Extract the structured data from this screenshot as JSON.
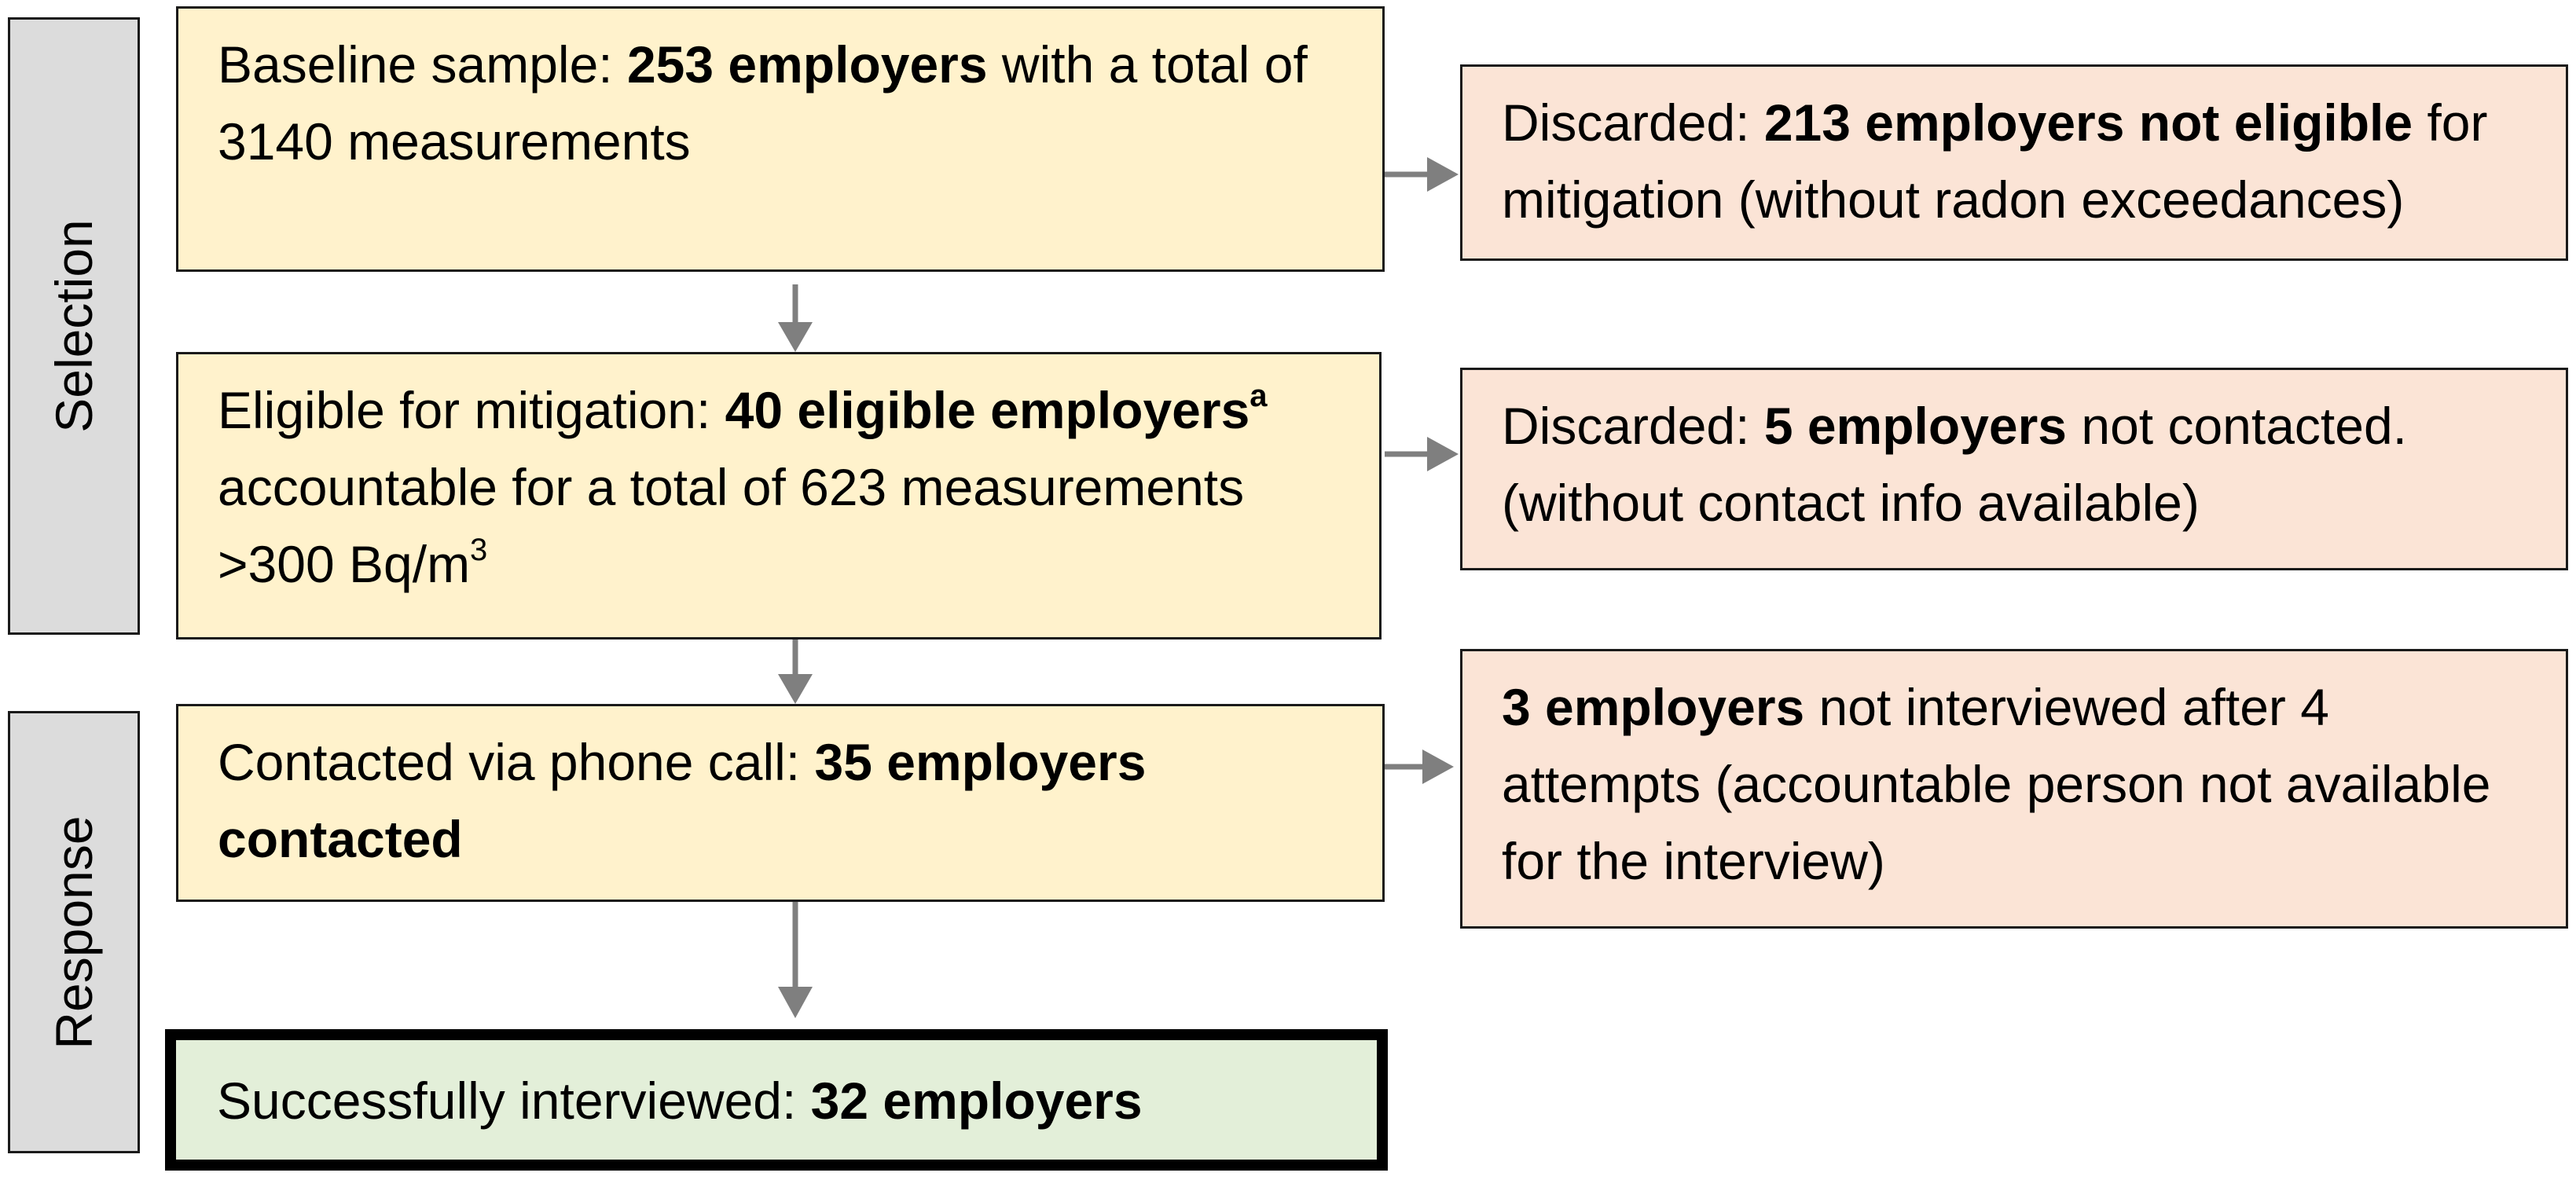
{
  "side_labels": {
    "selection": "Selection",
    "response": "Response"
  },
  "boxes": {
    "baseline": {
      "pre": "Baseline sample: ",
      "bold": "253 employers",
      "post": " with a total of 3140 measurements"
    },
    "eligible": {
      "pre": "Eligible for mitigation: ",
      "bold": "40 eligible employers",
      "sup": "a",
      "post": " accountable for a total of 623 measurements >300 Bq/m",
      "post_sup": "3"
    },
    "contacted": {
      "pre": "Contacted via phone call: ",
      "bold": "35 employers contacted"
    },
    "interviewed": {
      "pre": "Successfully interviewed: ",
      "bold": "32 employers"
    },
    "discarded1": {
      "pre": "Discarded: ",
      "bold": "213 employers not eligible",
      "post": " for mitigation (without radon exceedances)"
    },
    "discarded2": {
      "pre": "Discarded: ",
      "bold": "5 employers",
      "post": " not contacted. (without contact info available)"
    },
    "not_interviewed": {
      "bold": "3 employers",
      "post": " not interviewed after 4 attempts (accountable person not available for the interview)"
    }
  },
  "colors": {
    "main_box": "#fff2cc",
    "discard_box": "#fbe4d6",
    "final_box": "#e3efd9",
    "side_label": "#dcdcdc",
    "arrow": "#7f7f7f"
  }
}
